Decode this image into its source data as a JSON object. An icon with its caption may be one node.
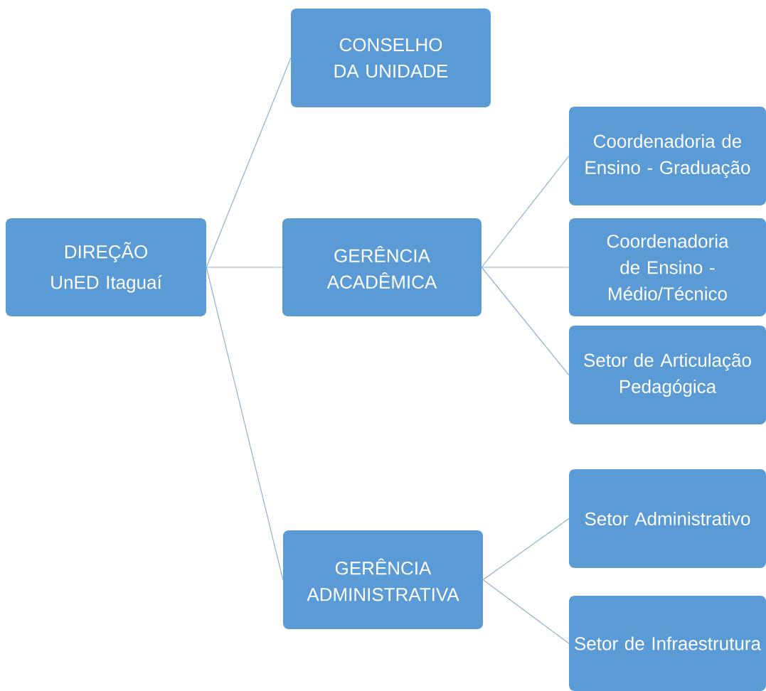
{
  "diagram": {
    "nodes": [
      {
        "text": [
          "DIREÇÃO",
          "UnED Itaguaí"
        ]
      },
      {
        "text": [
          "CONSELHO DA UNIDADE"
        ]
      },
      {
        "text": [
          "GERÊNCIA ACADÊMICA"
        ]
      },
      {
        "text": [
          "Coordenadoria de Ensino - Graduação"
        ]
      },
      {
        "text": [
          "Coordenadoria de Ensino - Médio/Técnico"
        ]
      },
      {
        "text": [
          "Setor de Articulação Pedagógica"
        ]
      },
      {
        "text": [
          "GERÊNCIA ADMINISTRATIVA"
        ]
      },
      {
        "text": [
          "Setor Administrativo"
        ]
      },
      {
        "text": [
          "Setor de Infraestrutura"
        ]
      }
    ],
    "edges": [
      {
        "from": 0,
        "to": 1,
        "arrow": "none"
      },
      {
        "from": 0,
        "to": 2,
        "arrow": "none"
      },
      {
        "from": 0,
        "to": 6,
        "arrow": "none"
      },
      {
        "from": 2,
        "to": 3,
        "arrow": "none"
      },
      {
        "from": 2,
        "to": 4,
        "arrow": "none"
      },
      {
        "from": 2,
        "to": 5,
        "arrow": "none"
      },
      {
        "from": 6,
        "to": 7,
        "arrow": "none"
      },
      {
        "from": 6,
        "to": 8,
        "arrow": "none"
      }
    ]
  }
}
